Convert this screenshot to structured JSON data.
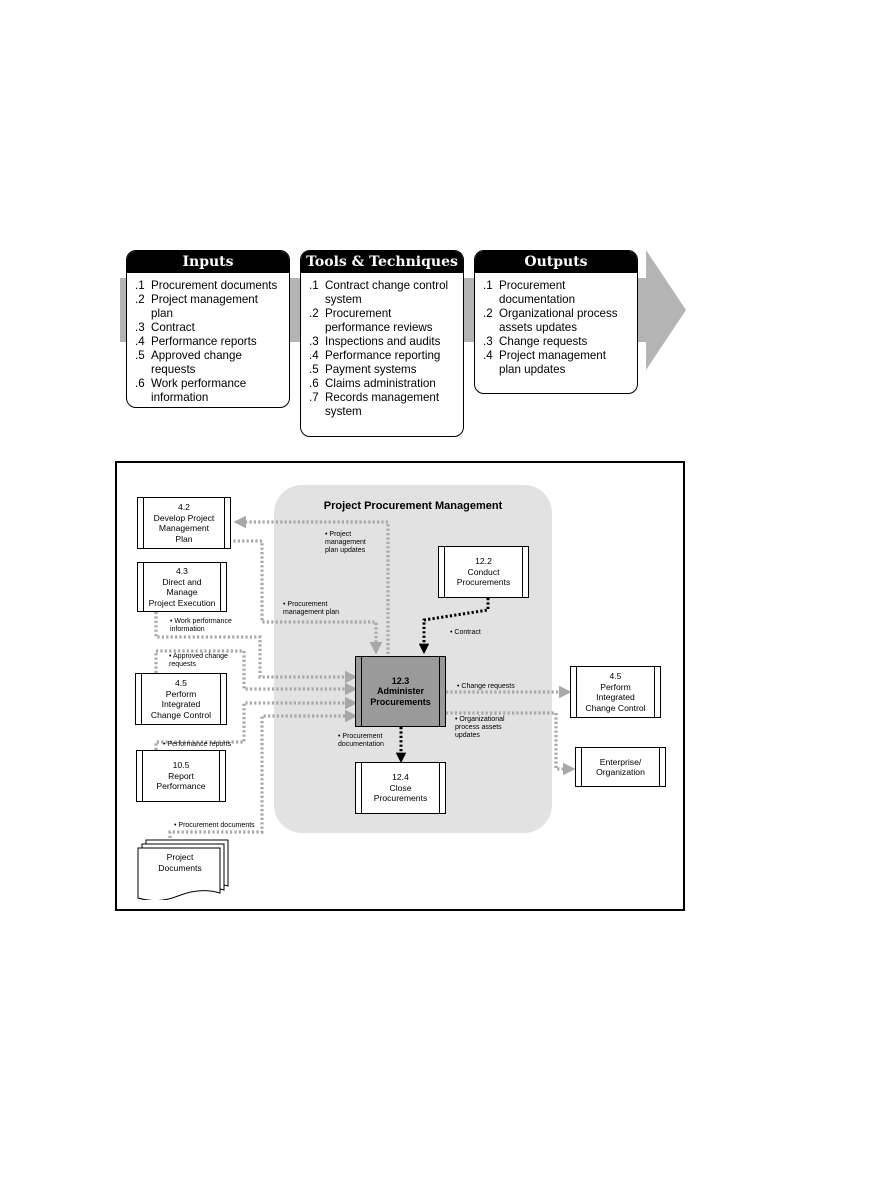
{
  "ito": {
    "inputs": {
      "title": "Inputs",
      "items": [
        {
          "num": ".1",
          "text": "Procurement documents"
        },
        {
          "num": ".2",
          "text": "Project management plan"
        },
        {
          "num": ".3",
          "text": "Contract"
        },
        {
          "num": ".4",
          "text": "Performance reports"
        },
        {
          "num": ".5",
          "text": "Approved change requests"
        },
        {
          "num": ".6",
          "text": "Work performance information"
        }
      ]
    },
    "tools": {
      "title": "Tools & Techniques",
      "items": [
        {
          "num": ".1",
          "text": "Contract change control system"
        },
        {
          "num": ".2",
          "text": "Procurement performance reviews"
        },
        {
          "num": ".3",
          "text": "Inspections and audits"
        },
        {
          "num": ".4",
          "text": "Performance reporting"
        },
        {
          "num": ".5",
          "text": "Payment systems"
        },
        {
          "num": ".6",
          "text": "Claims administration"
        },
        {
          "num": ".7",
          "text": "Records management system"
        }
      ]
    },
    "outputs": {
      "title": "Outputs",
      "items": [
        {
          "num": ".1",
          "text": "Procurement documentation"
        },
        {
          "num": ".2",
          "text": "Organizational process assets updates"
        },
        {
          "num": ".3",
          "text": "Change requests"
        },
        {
          "num": ".4",
          "text": "Project management plan updates"
        }
      ]
    }
  },
  "diagram": {
    "region_title": "Project Procurement Management",
    "processes": {
      "develop_plan": [
        "4.2",
        "Develop Project",
        "Management",
        "Plan"
      ],
      "direct_manage": [
        "4.3",
        "Direct and",
        "Manage",
        "Project Execution"
      ],
      "perform_icc_left": [
        "4.5",
        "Perform",
        "Integrated",
        "Change Control"
      ],
      "report_performance": [
        "10.5",
        "Report",
        "Performance"
      ],
      "conduct_procurements": [
        "12.2",
        "Conduct",
        "Procurements"
      ],
      "administer_procurements": [
        "12.3",
        "Administer",
        "Procurements"
      ],
      "close_procurements": [
        "12.4",
        "Close",
        "Procurements"
      ],
      "perform_icc_right": [
        "4.5",
        "Perform",
        "Integrated",
        "Change Control"
      ],
      "enterprise": [
        "Enterprise/",
        "Organization"
      ]
    },
    "documents": [
      "Project",
      "Documents"
    ],
    "labels": {
      "pmp_updates": [
        "• Project",
        "management",
        "plan updates"
      ],
      "proc_mgmt_plan": [
        "• Procurement",
        "management plan"
      ],
      "work_perf_info": [
        "• Work performance",
        "information"
      ],
      "approved_cr": [
        "• Approved change",
        "requests"
      ],
      "perf_reports": [
        "• Performance reports"
      ],
      "proc_documents": [
        "• Procurement documents"
      ],
      "contract": [
        "• Contract"
      ],
      "change_requests": [
        "• Change requests"
      ],
      "opa_updates": [
        "• Organizational",
        "process assets",
        "updates"
      ],
      "proc_documentation": [
        "• Procurement",
        "documentation"
      ]
    }
  },
  "colors": {
    "arrow_gray": "#a8a8a8",
    "region_fill": "#e2e2e2",
    "main_fill": "#9a9a9a",
    "dark_flow": "#000000"
  }
}
